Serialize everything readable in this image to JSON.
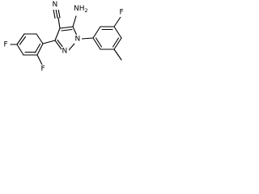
{
  "atoms": {
    "amino": "NH",
    "amino_sub": "2",
    "nitrile_n": "N",
    "pyrazole_n1": "N",
    "pyrazole_n2": "N",
    "fluoro_right": "F",
    "fluoro_left_top": "F",
    "fluoro_left_bottom": "F"
  }
}
